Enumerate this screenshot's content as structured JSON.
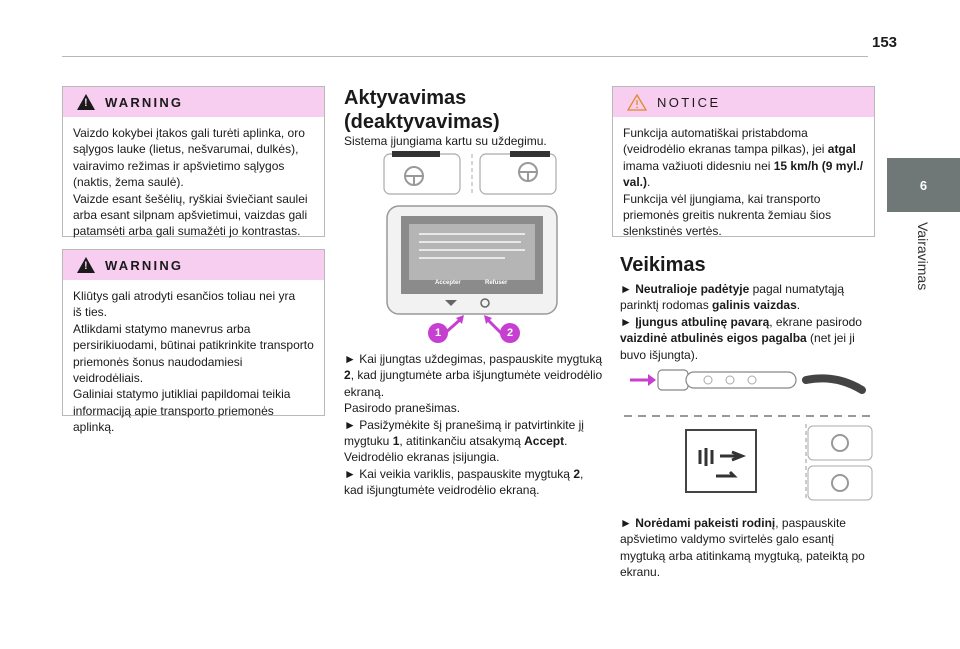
{
  "page": {
    "number": "153"
  },
  "side_tab": {
    "number": "6",
    "label": "Vairavimas"
  },
  "warning1": {
    "title": "WARNING",
    "lines": [
      "Vaizdo kokybei įtakos gali turėti aplinka, oro",
      "sąlygos lauke (lietus, nešvarumai, dulkės),",
      "vairavimo režimas ir apšvietimo sąlygos",
      "(naktis, žema saulė).",
      "Vaizde esant šešėlių, ryškiai šviečiant saulei",
      "arba esant silpnam apšvietimui, vaizdas gali",
      "patamsėti arba gali sumažėti jo kontrastas."
    ]
  },
  "warning2": {
    "title": "WARNING",
    "lines": [
      "Kliūtys gali atrodyti esančios toliau nei yra",
      "iš ties.",
      "Atlikdami statymo manevrus arba",
      "persirikiuodami, būtinai patikrinkite transporto",
      "priemonės šonus naudodamiesi veidrodėliais.",
      "Galiniai statymo jutikliai papildomai teikia",
      "informaciją apie transporto priemonės",
      "aplinką."
    ]
  },
  "activation": {
    "heading_line1": "Aktyvavimas",
    "heading_line2": "(deaktyvavimas)",
    "intro": "Sistema įjungiama kartu su uždegimu.",
    "screen_buttons": {
      "accept": "Accepter",
      "refuse": "Refuser"
    },
    "callouts": {
      "one": "1",
      "two": "2"
    },
    "s1_pre": "► Kai įjungtas uždegimas, paspauskite mygtuką",
    "s1_bold": "2",
    "s1_post": ", kad įjungtumėte arba išjungtumėte veidrodėlio",
    "s1_end": "ekraną.",
    "s2": "Pasirodo pranešimas.",
    "s3_pre": "► Pasižymėkite šį pranešimą ir patvirtinkite jį",
    "s3_a": "mygtuku ",
    "s3_b1": "1",
    "s3_b2": ", atitinkančiu atsakymą ",
    "s3_b3": "Accept",
    "s3_b4": ".",
    "s4": "Veidrodėlio ekranas įsijungia.",
    "s5_pre": "► Kai veikia variklis, paspauskite mygtuką ",
    "s5_bold": "2",
    "s5_post": ",",
    "s6": "kad išjungtumėte veidrodėlio ekraną."
  },
  "notice": {
    "title": "NOTICE",
    "l1": "Funkcija automatiškai pristabdoma",
    "l2_pre": "(veidrodėlio ekranas tampa pilkas), jei ",
    "l2_bold": "atgal",
    "l3_pre": "imama važiuoti didesniu nei ",
    "l3_bold": "15 km/h (9 myl./",
    "l4_bold": "val.)",
    "l4_post": ".",
    "l5": "Funkcija vėl įjungiama, kai transporto",
    "l6": "priemonės greitis nukrenta žemiau šios",
    "l7": "slenkstinės vertės."
  },
  "operation": {
    "heading": "Veikimas",
    "o1_a": "► ",
    "o1_bold": "Neutralioje padėtyje",
    "o1_post": " pagal numatytąją",
    "o2_pre": "parinktį rodomas ",
    "o2_bold": "galinis vaizdas",
    "o2_post": ".",
    "o3_a": "► ",
    "o3_bold": "Įjungus atbulinę pavarą",
    "o3_post": ", ekrane pasirodo",
    "o4_bold": "vaizdinė atbulinės eigos pagalba",
    "o4_post": " (net jei ji",
    "o5": "buvo išjungta).",
    "o6_a": "► ",
    "o6_bold": "Norėdami pakeisti rodinį",
    "o6_post": ", paspauskite",
    "o7": "apšvietimo valdymo svirtelės galo esantį",
    "o8": "mygtuką arba atitinkamą mygtuką, pateiktą po",
    "o9": "ekranu."
  },
  "colors": {
    "callout": "#c63fd0",
    "pink": "#f7cdf0",
    "tab": "#6f7777"
  }
}
